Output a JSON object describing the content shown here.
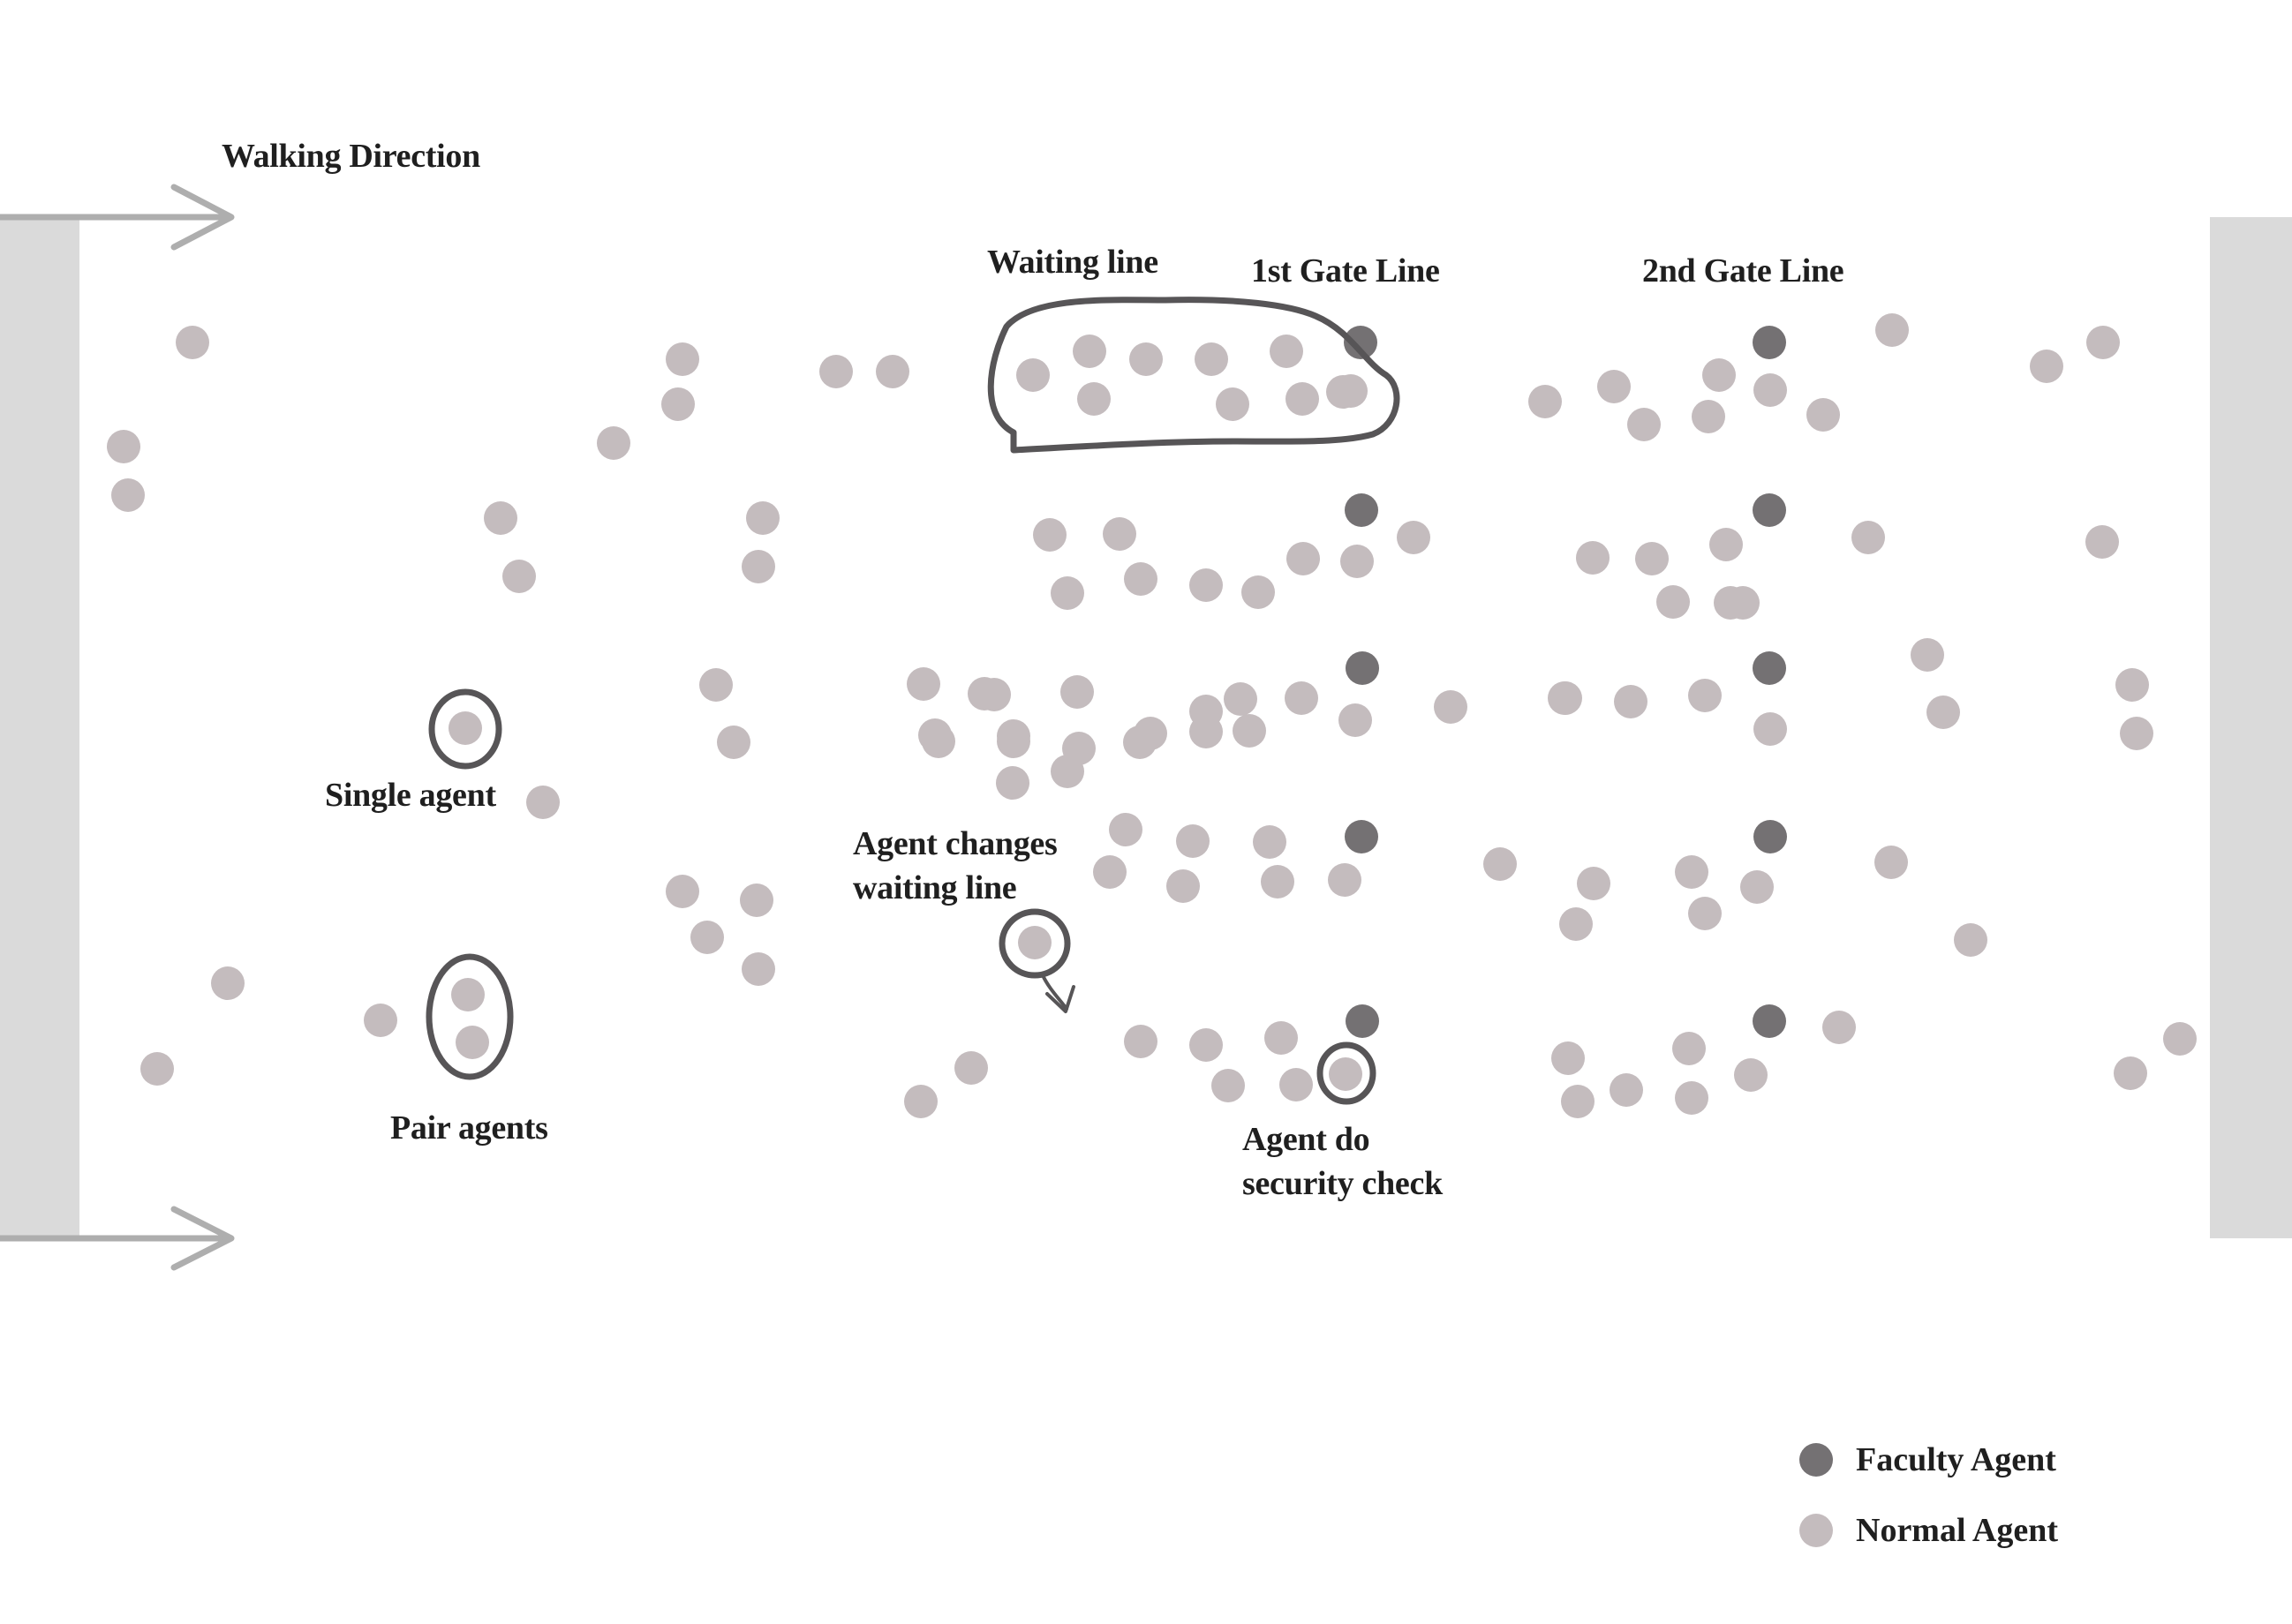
{
  "colors": {
    "faculty_agent": "#747173",
    "normal_agent": "#c4bcbe",
    "wall": "#dadada",
    "arrow": "#aeaeae",
    "outline": "#575557",
    "text": "#1f1f1f"
  },
  "labels": {
    "walking_direction": "Walking Direction",
    "waiting_line": "Waiting line",
    "gate_line_1": "1st Gate Line",
    "gate_line_2": "2nd Gate Line",
    "single_agent": "Single agent",
    "pair_agents": "Pair agents",
    "agent_changes_line_1": "Agent changes",
    "agent_changes_line_2": "waiting line",
    "security_check_line_1": "Agent do",
    "security_check_line_2": "security check"
  },
  "legend": {
    "faculty_agent": "Faculty Agent",
    "normal_agent": "Normal Agent"
  }
}
